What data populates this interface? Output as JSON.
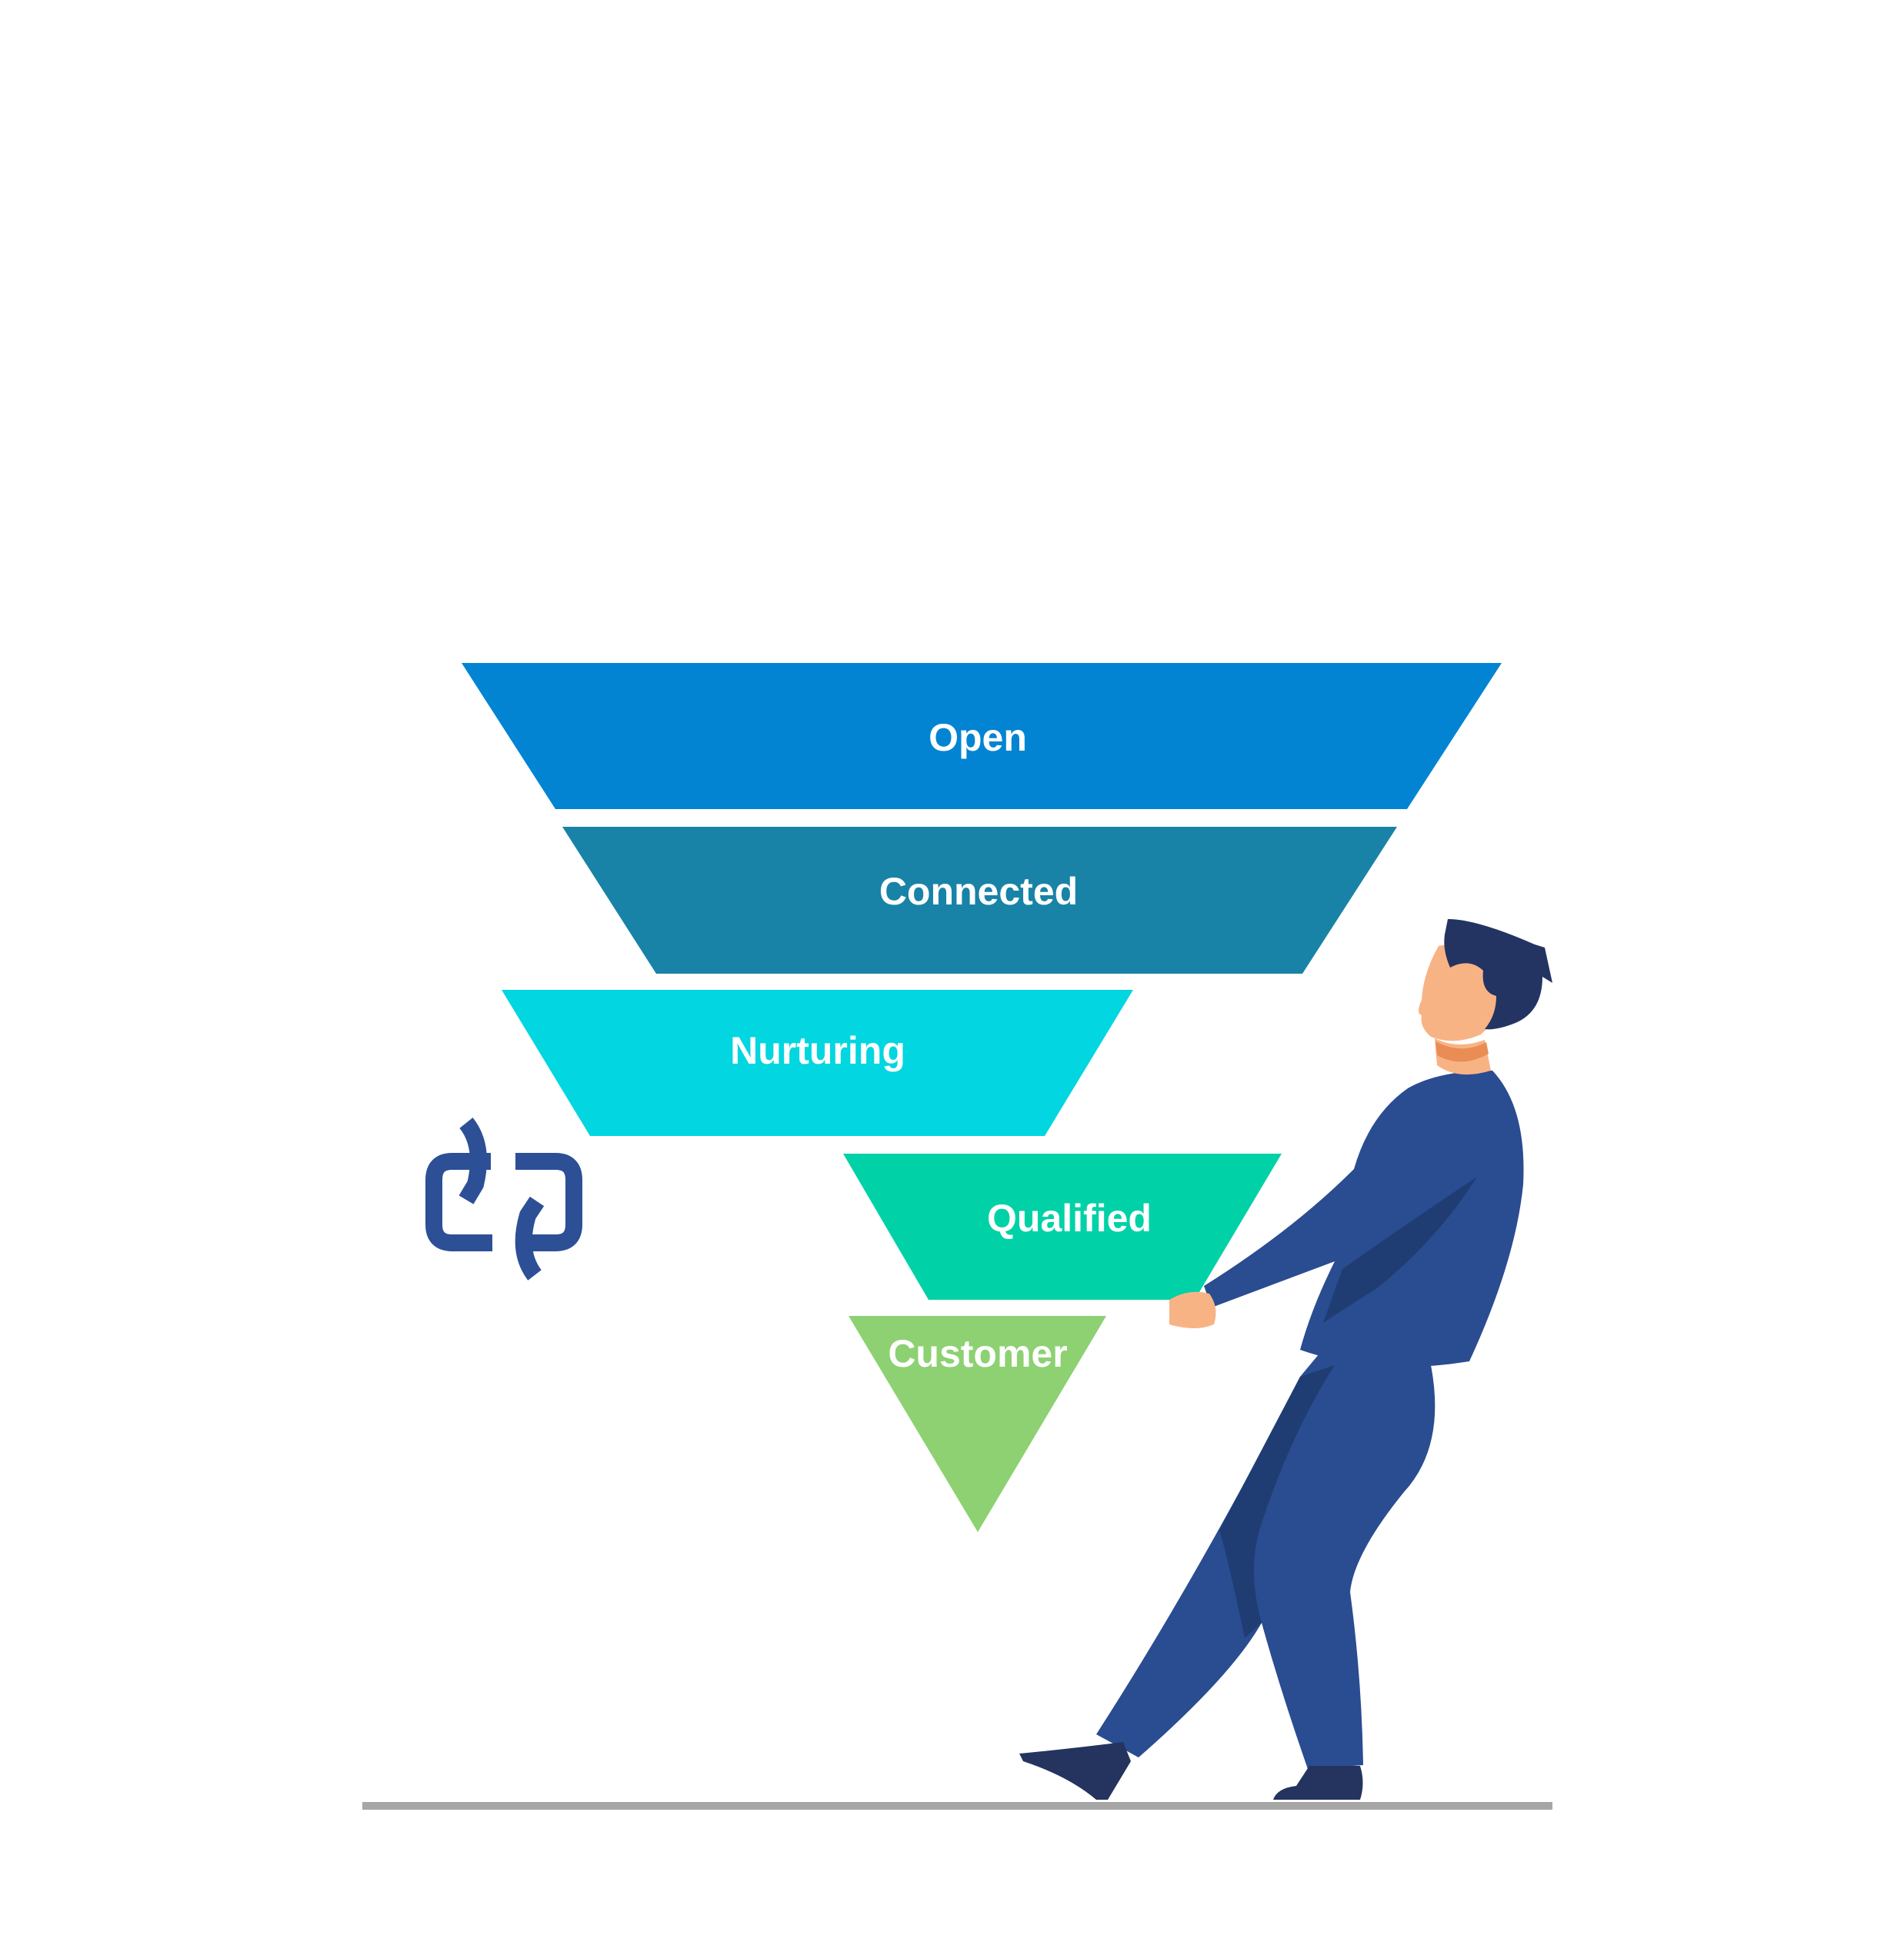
{
  "funnel": {
    "stages": [
      {
        "label": "Open",
        "color": "#0284d3"
      },
      {
        "label": "Connected",
        "color": "#1883a7"
      },
      {
        "label": "Nurturing",
        "color": "#02d6e0"
      },
      {
        "label": "Qualified",
        "color": "#00d1a7"
      },
      {
        "label": "Customer",
        "color": "#8dd172"
      }
    ]
  },
  "icons": {
    "cycle": "cycle-arrows-icon"
  },
  "colors": {
    "icon": "#2d4f96",
    "ground": "#a6a6a6",
    "person_outfit": "#2a4c91",
    "person_outfit_shadow": "#1f3d72",
    "person_hair": "#233462",
    "person_skin": "#f8b385",
    "person_skin_shadow": "#e98d55",
    "person_shoes": "#24345f"
  }
}
